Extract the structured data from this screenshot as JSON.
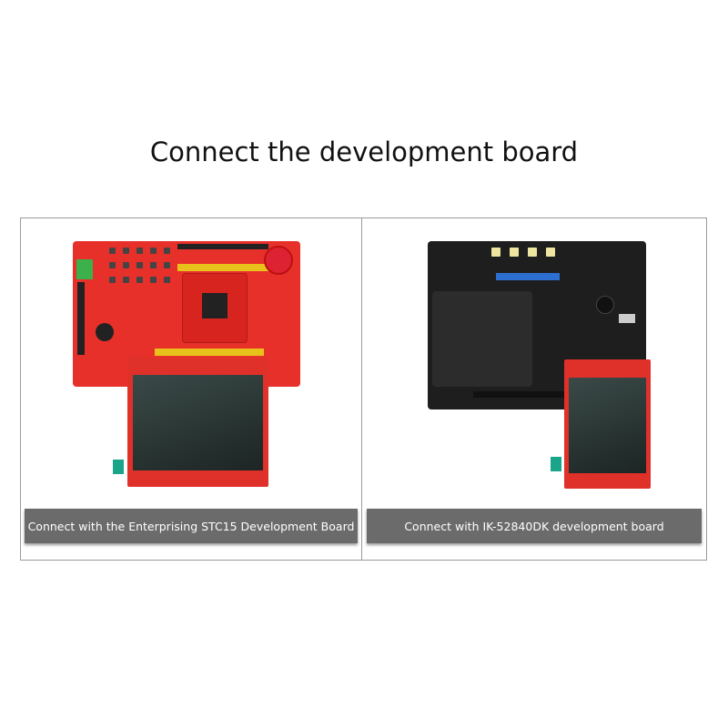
{
  "heading": "Connect the development board",
  "panels": [
    {
      "caption": "Connect with the Enterprising STC15 Development Board",
      "board_color": "#e8302a"
    },
    {
      "caption": "Connect with IK-52840DK development board",
      "board_color": "#1e1e1e"
    }
  ]
}
